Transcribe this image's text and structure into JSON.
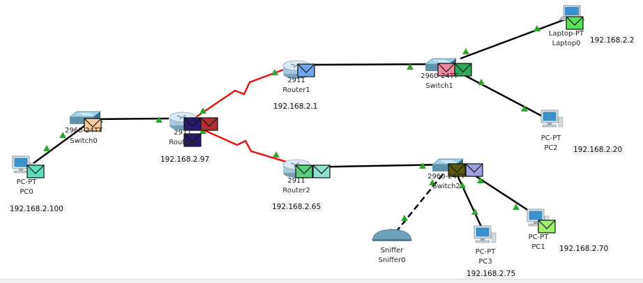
{
  "colors": {
    "link": "#000000",
    "serial_link": "#e8140e",
    "link_up": "#2ea62e",
    "router_body": "#a9c7da",
    "switch_body": "#6f9fb6",
    "pc_screen": "#3c8fc8"
  },
  "devices": {
    "router0": {
      "model": "2911",
      "name": "Router0",
      "ip": "192.168.2.97"
    },
    "router1": {
      "model": "2911",
      "name": "Router1",
      "ip": "192.168.2.1"
    },
    "router2": {
      "model": "2911",
      "name": "Router2",
      "ip": "192.168.2.65"
    },
    "switch0": {
      "model": "2960-24TT",
      "name": "Switch0"
    },
    "switch1": {
      "model": "2960-24TT",
      "name": "Switch1"
    },
    "switch2": {
      "model": "2960-24TT",
      "name": "Switch2"
    },
    "pc0": {
      "model": "PC-PT",
      "name": "PC0",
      "ip": "192.168.2.100"
    },
    "pc1": {
      "model": "PC-PT",
      "name": "PC1",
      "ip": "192.168.2.70"
    },
    "pc2": {
      "model": "PC-PT",
      "name": "PC2",
      "ip": "192.168.2.20"
    },
    "pc3": {
      "model": "PC-PT",
      "name": "PC3",
      "ip": "192.168.2.75"
    },
    "laptop0": {
      "model": "Laptop-PT",
      "name": "Laptop0",
      "ip": "192.168.2.2"
    },
    "sniffer0": {
      "model": "Sniffer",
      "name": "Sniffer0"
    }
  },
  "envelopes": [
    {
      "at": "switch0",
      "color": "#f6c89a"
    },
    {
      "at": "pc0",
      "color": "#5ce0c0"
    },
    {
      "at": "router0",
      "color": "#2a1a6e"
    },
    {
      "at": "router0",
      "color": "#b03030"
    },
    {
      "at": "router0",
      "color": "#2a1a6e"
    },
    {
      "at": "router1",
      "color": "#6fa8f0"
    },
    {
      "at": "router2",
      "color": "#5ccf7a"
    },
    {
      "at": "router2",
      "color": "#8fe0d0"
    },
    {
      "at": "switch1",
      "color": "#f08aa0"
    },
    {
      "at": "switch1",
      "color": "#2fa85a"
    },
    {
      "at": "switch2",
      "color": "#5a5a10"
    },
    {
      "at": "switch2",
      "color": "#a0a0e0"
    },
    {
      "at": "laptop0",
      "color": "#5ce05c"
    },
    {
      "at": "pc1",
      "color": "#a0f070"
    }
  ]
}
